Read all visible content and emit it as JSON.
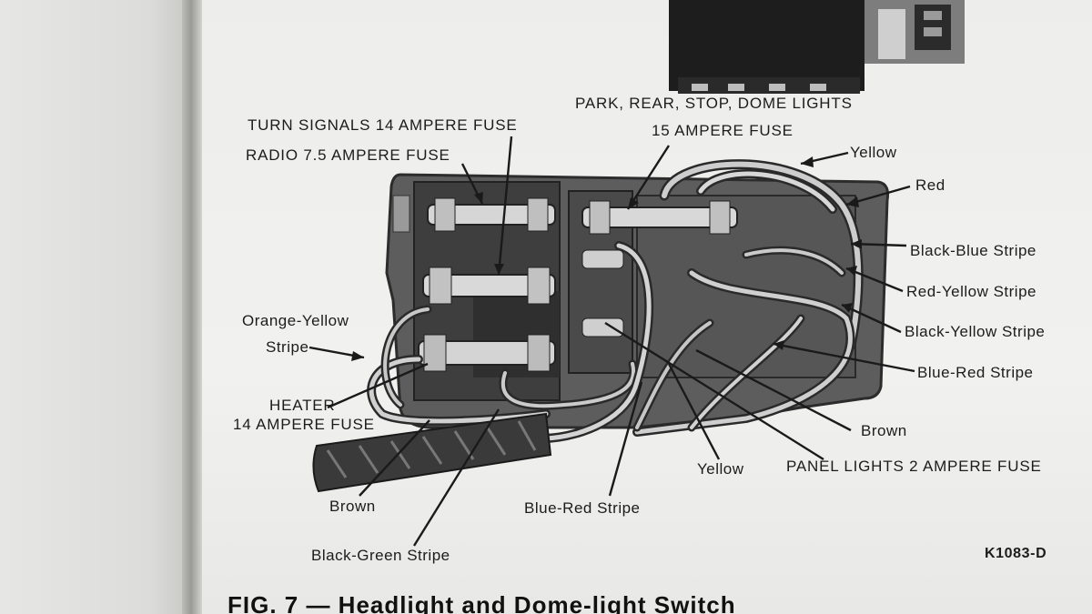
{
  "labels": {
    "park_rear_stop_dome": "PARK, REAR, STOP, DOME LIGHTS",
    "fuse_15a": "15 AMPERE FUSE",
    "turn_signals": "TURN SIGNALS 14 AMPERE FUSE",
    "radio": "RADIO 7.5 AMPERE FUSE",
    "yellow_top": "Yellow",
    "red": "Red",
    "black_blue": "Black-Blue Stripe",
    "red_yellow": "Red-Yellow Stripe",
    "black_yellow": "Black-Yellow Stripe",
    "blue_red_right": "Blue-Red Stripe",
    "orange_yellow_1": "Orange-Yellow",
    "orange_yellow_2": "Stripe",
    "heater_1": "HEATER",
    "heater_2": "14 AMPERE FUSE",
    "brown_right": "Brown",
    "yellow_bottom": "Yellow",
    "panel_lights": "PANEL LIGHTS 2 AMPERE FUSE",
    "brown_left": "Brown",
    "blue_red_bottom": "Blue-Red Stripe",
    "black_green": "Black-Green Stripe",
    "figure_code": "K1083-D"
  },
  "caption": "FIG. 7 — Headlight and Dome-light Switch"
}
